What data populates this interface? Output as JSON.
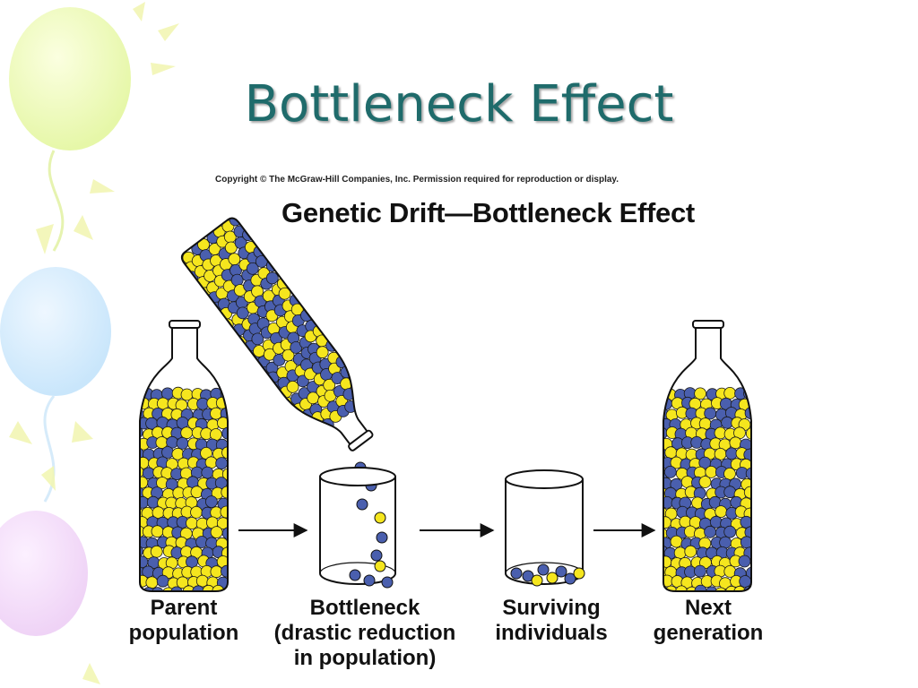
{
  "slide": {
    "title": "Bottleneck Effect"
  },
  "figure": {
    "copyright": "Copyright © The McGraw-Hill Companies, Inc. Permission required for reproduction or display.",
    "title": "Genetic Drift—Bottleneck Effect",
    "stages": [
      {
        "lines": [
          "Parent",
          "population"
        ]
      },
      {
        "lines": [
          "Bottleneck",
          "(drastic reduction",
          "in population)"
        ]
      },
      {
        "lines": [
          "Surviving",
          "individuals"
        ]
      },
      {
        "lines": [
          "Next",
          "generation"
        ]
      }
    ]
  },
  "colors": {
    "title": "#1f6b6b",
    "bead_yellow": "#f5e61e",
    "bead_blue": "#4a5fae",
    "outline": "#111111"
  }
}
